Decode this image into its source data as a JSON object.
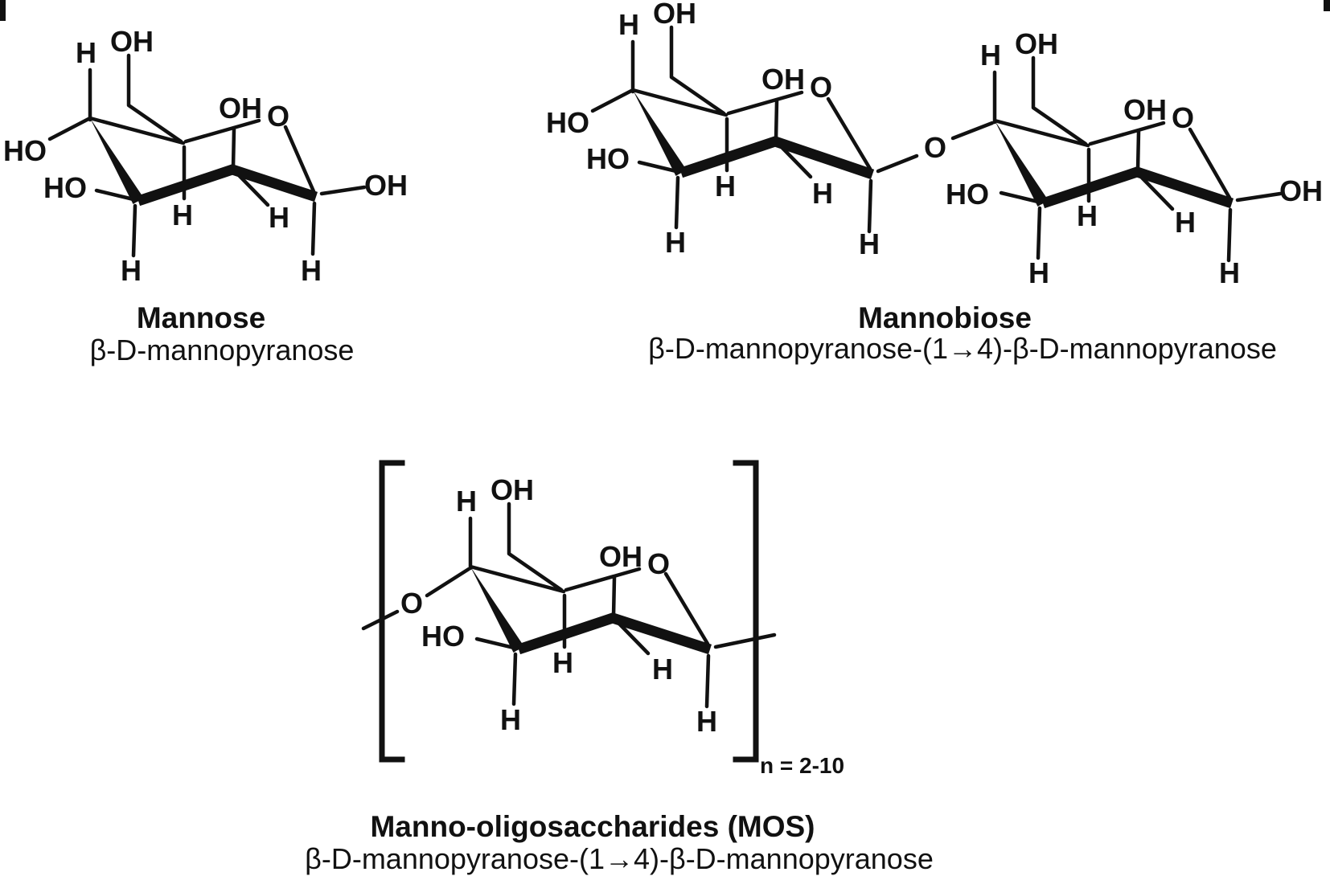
{
  "figure": {
    "description": "Chemical structure figure of mannose, mannobiose and manno-oligosaccharides",
    "colors": {
      "ink": "#111111",
      "background": "#ffffff"
    },
    "molecules": {
      "mannose": {
        "title": "Mannose",
        "subtitle": "β-D-mannopyranose",
        "labels": {
          "h_c4": "H",
          "oh_c6": "OH",
          "ho_c4": "HO",
          "ho_c3": "HO",
          "oh_c2": "OH",
          "o_ring": "O",
          "oh_c1": "OH",
          "h_c3": "H",
          "h_c5": "H",
          "h_c2": "H",
          "h_c1": "H"
        }
      },
      "mannobiose": {
        "title": "Mannobiose",
        "subtitle": "β-D-mannopyranose-(1→4)-β-D-mannopyranose",
        "o_glycosidic": "O",
        "left": {
          "h_c4": "H",
          "oh_c6": "OH",
          "ho_c4": "HO",
          "ho_c3": "HO",
          "oh_c2": "OH",
          "o_ring": "O",
          "h_c3": "H",
          "h_c5": "H",
          "h_c2": "H",
          "h_c1": "H"
        },
        "right": {
          "h_c4": "H",
          "oh_c6": "OH",
          "ho_c3": "HO",
          "oh_c2": "OH",
          "o_ring": "O",
          "oh_c1": "OH",
          "h_c3": "H",
          "h_c5": "H",
          "h_c2": "H",
          "h_c1": "H"
        }
      },
      "mos": {
        "title": "Manno-oligosaccharides (MOS)",
        "subtitle": "β-D-mannopyranose-(1→4)-β-D-mannopyranose",
        "o_glycosidic_left": "O",
        "repeat_label": "n = 2-10",
        "ring": {
          "h_c4": "H",
          "oh_c6": "OH",
          "ho_c3": "HO",
          "oh_c2": "OH",
          "o_ring": "O",
          "h_c3": "H",
          "h_c5": "H",
          "h_c2": "H",
          "h_c1": "H"
        }
      }
    }
  }
}
